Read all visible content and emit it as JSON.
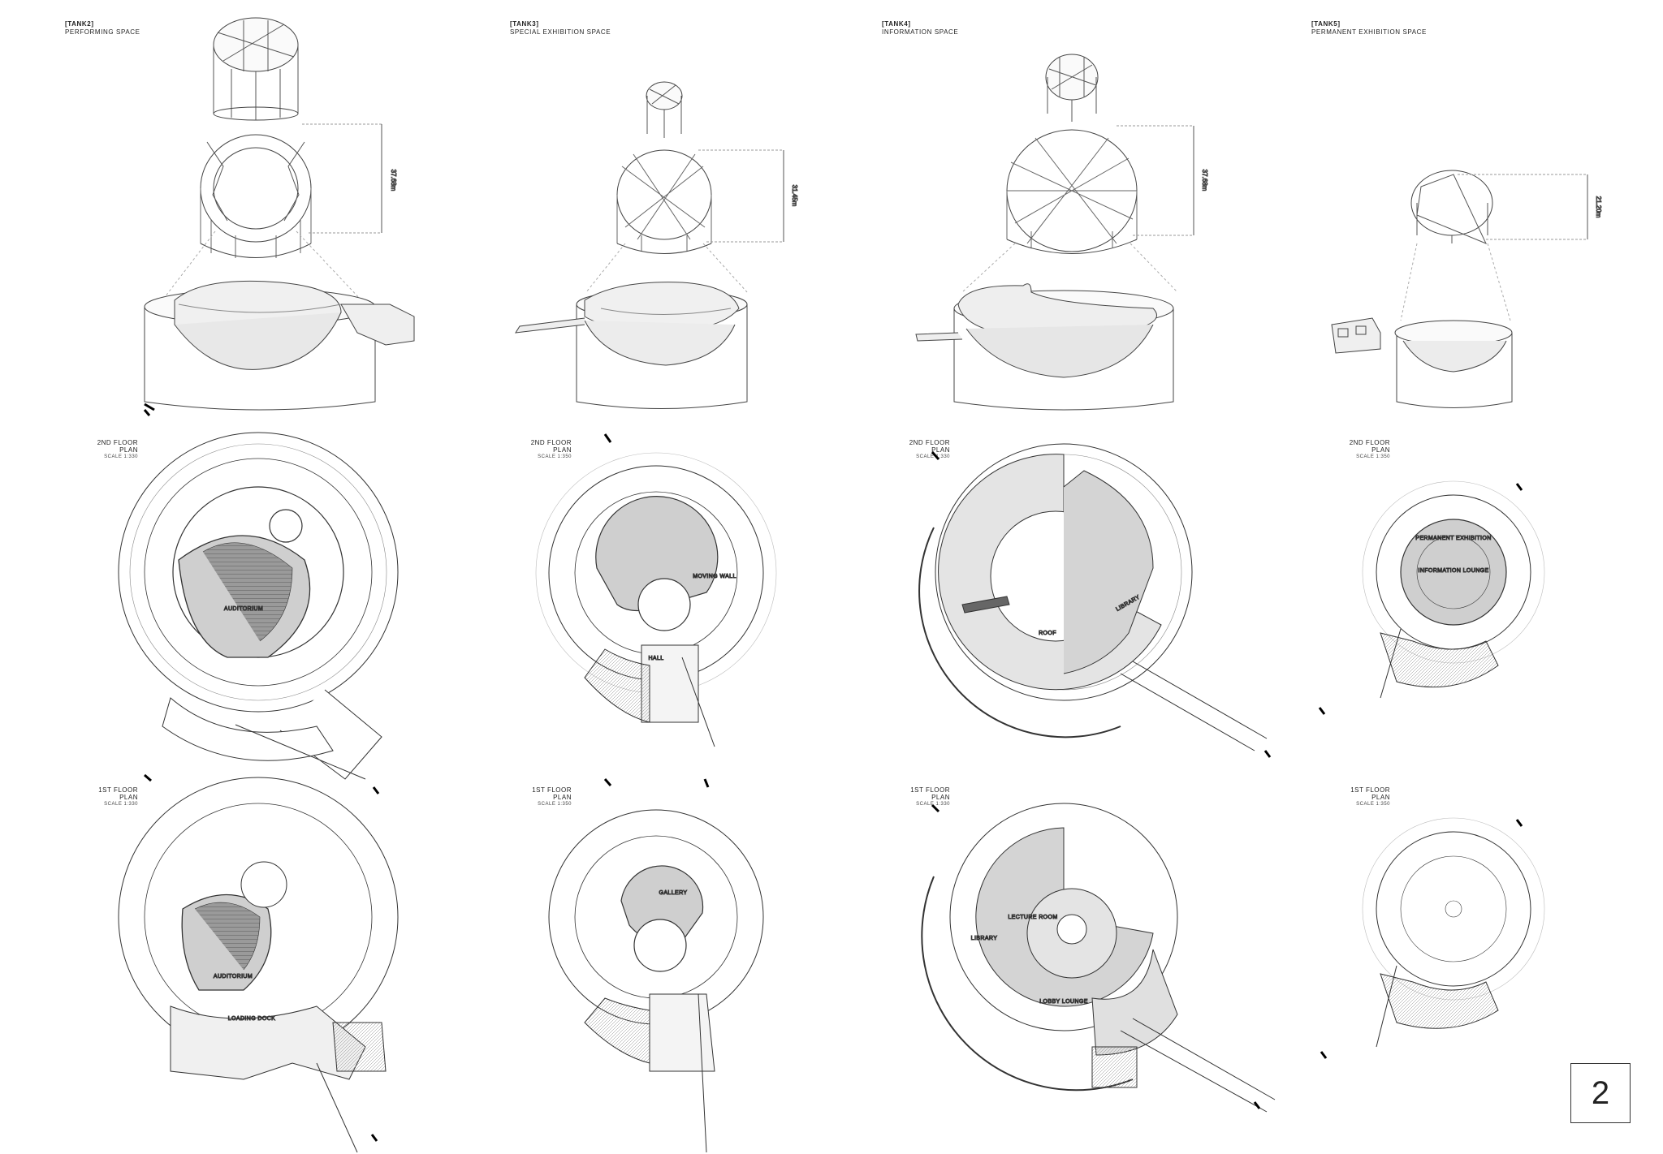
{
  "tanks": [
    {
      "code": "[TANK2]",
      "name": "PERFORMING SPACE",
      "height": "37.68m",
      "floor2": {
        "label": "2ND FLOOR PLAN",
        "scale": "SCALE 1:330",
        "rooms": [
          "AUDITORIUM"
        ]
      },
      "floor1": {
        "label": "1ST FLOOR PLAN",
        "scale": "SCALE 1:330",
        "rooms": [
          "AUDITORIUM",
          "LOADING DOCK"
        ]
      }
    },
    {
      "code": "[TANK3]",
      "name": "SPECIAL EXHIBITION SPACE",
      "height": "31.45m",
      "floor2": {
        "label": "2ND FLOOR PLAN",
        "scale": "SCALE 1:350",
        "rooms": [
          "MOVING WALL",
          "HALL"
        ]
      },
      "floor1": {
        "label": "1ST FLOOR PLAN",
        "scale": "SCALE 1:350",
        "rooms": [
          "GALLERY"
        ]
      }
    },
    {
      "code": "[TANK4]",
      "name": "INFORMATION SPACE",
      "height": "37.68m",
      "floor2": {
        "label": "2ND FLOOR PLAN",
        "scale": "SCALE 1:330",
        "rooms": [
          "ROOF",
          "LIBRARY"
        ]
      },
      "floor1": {
        "label": "1ST FLOOR PLAN",
        "scale": "SCALE 1:330",
        "rooms": [
          "LECTURE ROOM",
          "LIBRARY",
          "LOBBY LOUNGE"
        ]
      }
    },
    {
      "code": "[TANK5]",
      "name": "PERMANENT EXHIBITION SPACE",
      "height": "21.20m",
      "floor2": {
        "label": "2ND FLOOR PLAN",
        "scale": "SCALE 1:350",
        "rooms": [
          "PERMANENT EXHIBITION",
          "INFORMATION LOUNGE"
        ]
      },
      "floor1": {
        "label": "1ST FLOOR PLAN",
        "scale": "SCALE 1:350",
        "rooms": []
      }
    }
  ],
  "page_number": "2"
}
